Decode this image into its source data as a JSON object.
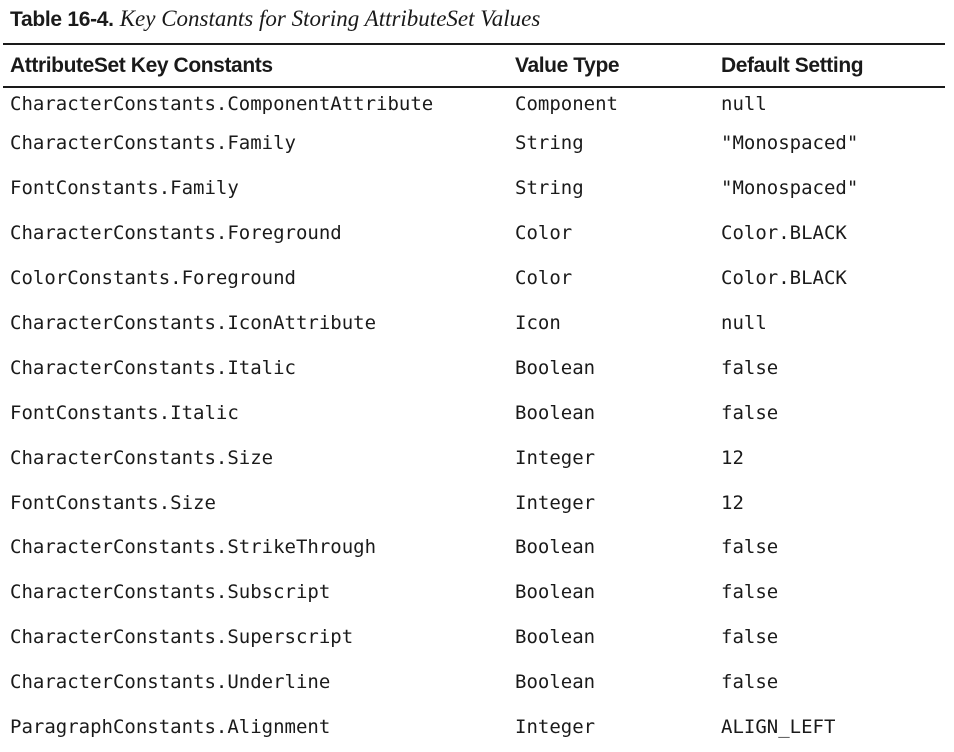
{
  "caption": {
    "number": "Table 16-4.",
    "title": "Key Constants for Storing AttributeSet Values"
  },
  "table": {
    "columns": [
      "AttributeSet Key Constants",
      "Value Type",
      "Default Setting"
    ],
    "rows": [
      {
        "key": "CharacterConstants.ComponentAttribute",
        "type": "Component",
        "default": "null"
      },
      {
        "key": "CharacterConstants.Family",
        "type": "String",
        "default": "\"Monospaced\""
      },
      {
        "key": "FontConstants.Family",
        "type": "String",
        "default": "\"Monospaced\""
      },
      {
        "key": "CharacterConstants.Foreground",
        "type": "Color",
        "default": "Color.BLACK"
      },
      {
        "key": "ColorConstants.Foreground",
        "type": "Color",
        "default": "Color.BLACK"
      },
      {
        "key": "CharacterConstants.IconAttribute",
        "type": "Icon",
        "default": "null"
      },
      {
        "key": "CharacterConstants.Italic",
        "type": "Boolean",
        "default": "false"
      },
      {
        "key": "FontConstants.Italic",
        "type": "Boolean",
        "default": "false"
      },
      {
        "key": "CharacterConstants.Size",
        "type": "Integer",
        "default": "12"
      },
      {
        "key": "FontConstants.Size",
        "type": "Integer",
        "default": "12"
      },
      {
        "key": "CharacterConstants.StrikeThrough",
        "type": "Boolean",
        "default": "false"
      },
      {
        "key": "CharacterConstants.Subscript",
        "type": "Boolean",
        "default": "false"
      },
      {
        "key": "CharacterConstants.Superscript",
        "type": "Boolean",
        "default": "false"
      },
      {
        "key": "CharacterConstants.Underline",
        "type": "Boolean",
        "default": "false"
      },
      {
        "key": "ParagraphConstants.Alignment",
        "type": "Integer",
        "default": "ALIGN_LEFT"
      }
    ]
  }
}
